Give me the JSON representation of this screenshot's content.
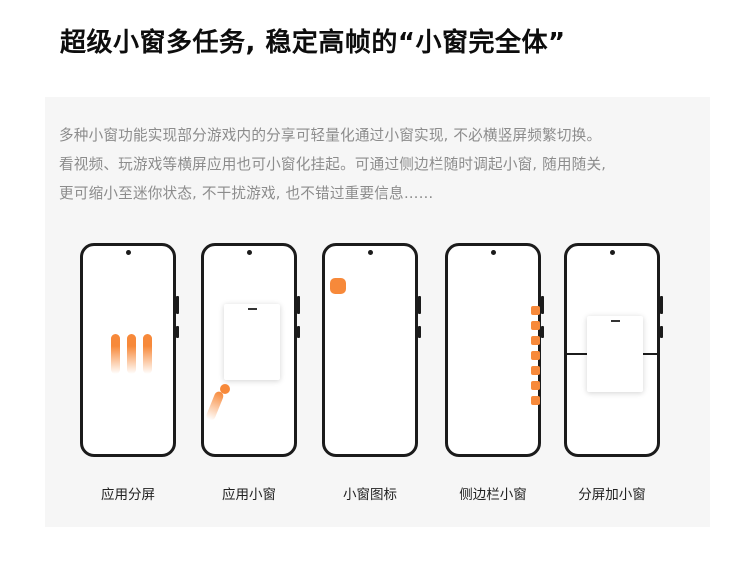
{
  "title": "超级小窗多任务, 稳定高帧的“小窗完全体”",
  "description": [
    "多种小窗功能实现部分游戏内的分享可轻量化通过小窗实现, 不必横竖屏频繁切换。",
    "看视频、玩游戏等横屏应用也可小窗化挂起。可通过侧边栏随时调起小窗, 随用随关,",
    "更可缩小至迷你状态, 不干扰游戏, 也不错过重要信息……"
  ],
  "phones": [
    {
      "label": "应用分屏"
    },
    {
      "label": "应用小窗"
    },
    {
      "label": "小窗图标"
    },
    {
      "label": "侧边栏小窗"
    },
    {
      "label": "分屏加小窗"
    }
  ],
  "colors": {
    "accent": "#f7893a",
    "frame": "#1b1b1b",
    "panel": "#f6f6f6"
  }
}
